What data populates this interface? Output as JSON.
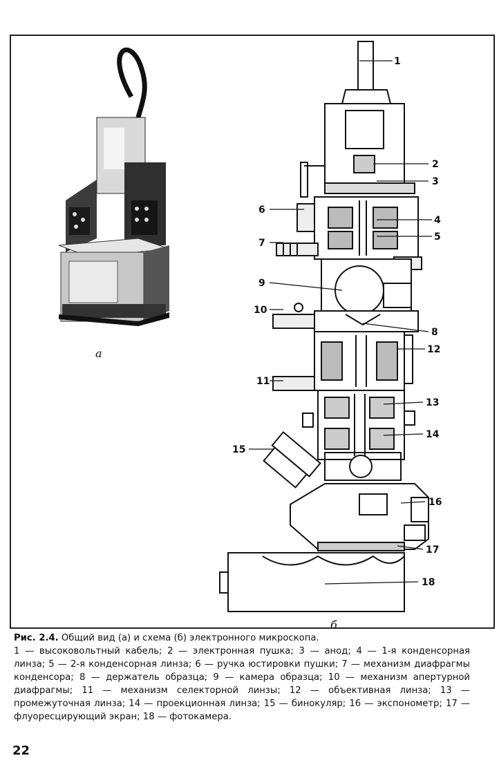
{
  "figure": {
    "subfig_a": "а",
    "subfig_b": "б",
    "callouts": [
      "1",
      "2",
      "3",
      "4",
      "5",
      "6",
      "7",
      "8",
      "9",
      "10",
      "11",
      "12",
      "13",
      "14",
      "15",
      "16",
      "17",
      "18"
    ]
  },
  "caption": {
    "prefix": "Рис. 2.4.",
    "title": "Общий вид (а) и схема (б) электронного микроскопа.",
    "legend": "1 — высоковольтный кабель; 2 — электронная пушка; 3 — анод; 4 — 1-я конденсорная линза; 5 — 2-я конденсорная линза; 6 — ручка юстировки пушки; 7 — механизм диафрагмы конденсора; 8 — держатель образца; 9 — камера образца; 10 — механизм апертурной диафрагмы; 11 — механизм селекторной линзы; 12 — объективная линза; 13 — промежуточная линза; 14 — проекционная линза; 15 — бинокуляр; 16 — экспонометр; 17 — флуоресцирующий экран; 18 — фотокамера."
  },
  "page_number": "22"
}
